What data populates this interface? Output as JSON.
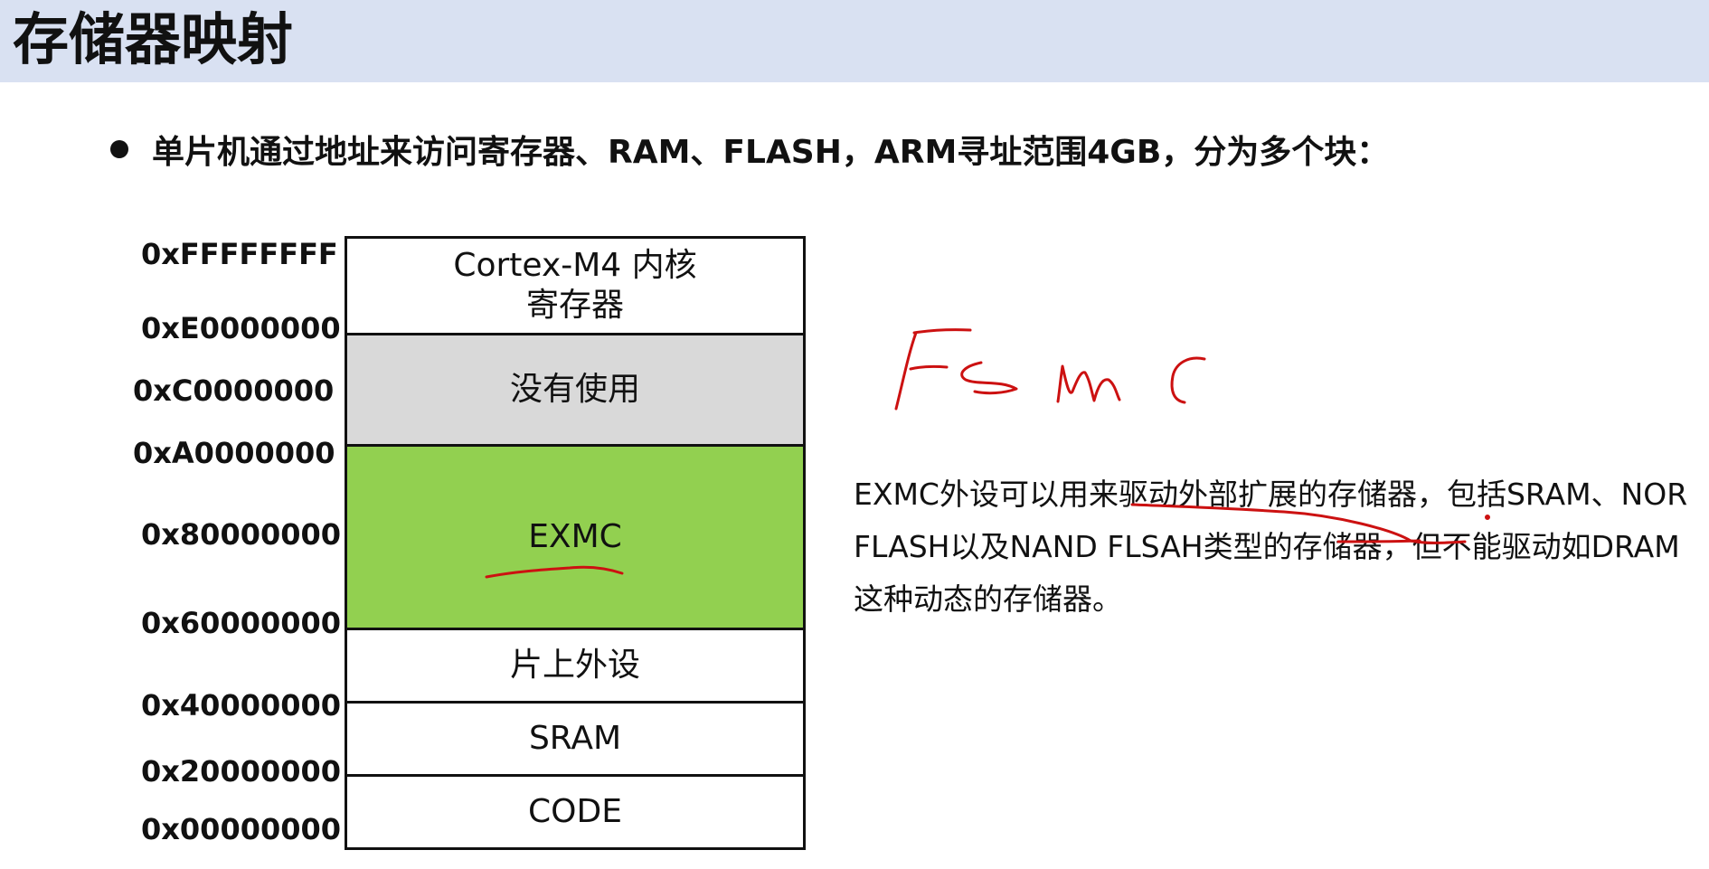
{
  "page": {
    "title": "存储器映射",
    "bullet": "单片机通过地址来访问寄存器、RAM、FLASH，ARM寻址范围4GB，分为多个块："
  },
  "addresses": [
    "0xFFFFFFFF",
    "0xE0000000",
    "0xC0000000",
    "0xA0000000",
    "0x80000000",
    "0x60000000",
    "0x40000000",
    "0x20000000",
    "0x00000000"
  ],
  "memory_map": {
    "blocks": [
      {
        "label": "Cortex-M4 内核\n寄存器",
        "color": "#ffffff"
      },
      {
        "label": "没有使用",
        "color": "#d9d9d9"
      },
      {
        "label": "EXMC",
        "color": "#92d050"
      },
      {
        "label": "片上外设",
        "color": "#ffffff"
      },
      {
        "label": "SRAM",
        "color": "#ffffff"
      },
      {
        "label": "CODE",
        "color": "#ffffff"
      }
    ]
  },
  "description": "EXMC外设可以用来驱动外部扩展的存储器，包括SRAM、NOR FLASH以及NAND FLSAH类型的存储器，但不能驱动如DRAM这种动态的存储器。",
  "annotation": {
    "handwritten_text": "Fsmc",
    "ink_color": "#cc1111"
  }
}
